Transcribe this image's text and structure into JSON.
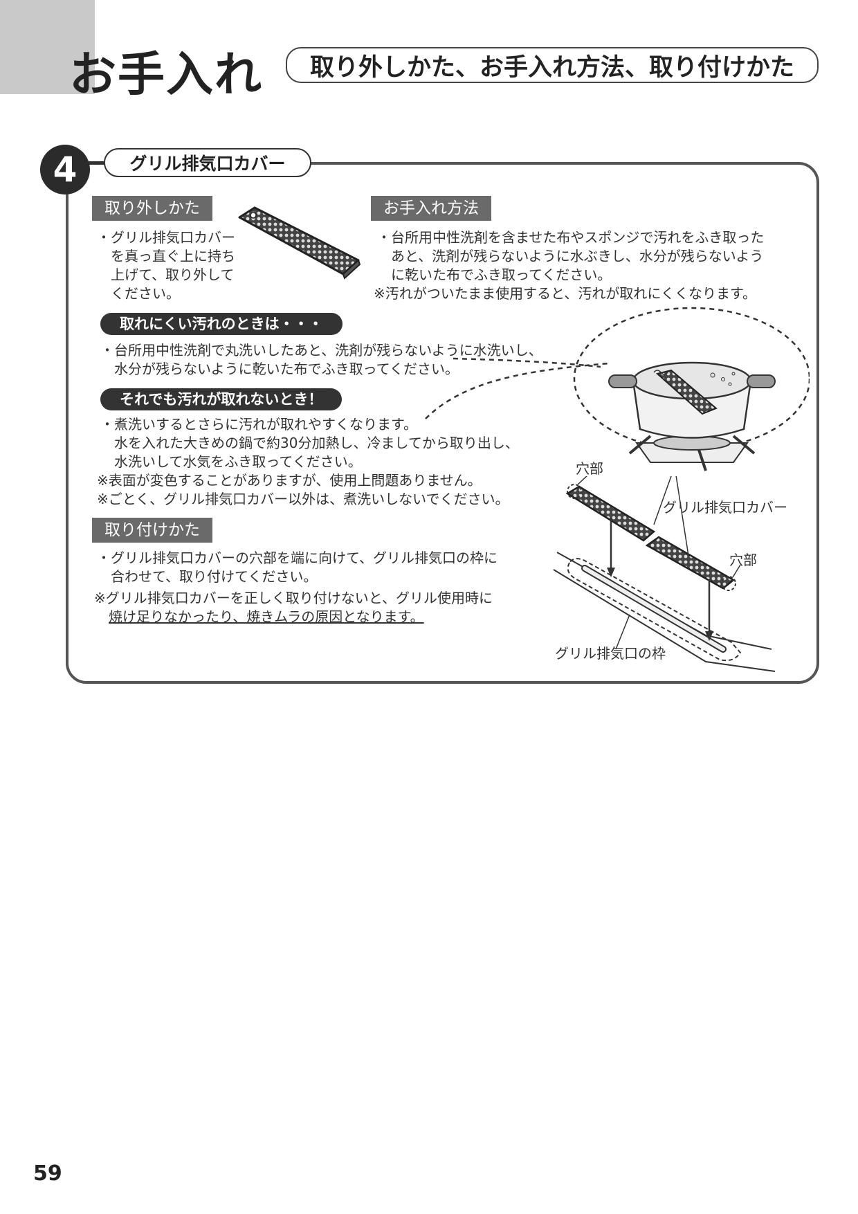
{
  "header": {
    "title": "お手入れ",
    "subtitle": "取り外しかた、お手入れ方法、取り付けかた"
  },
  "step": {
    "number": "4",
    "label": "グリル排気口カバー"
  },
  "removal": {
    "heading": "取り外しかた",
    "text": "・グリル排気口カバー\n　を真っ直ぐ上に持ち\n　上げて、取り外して\n　ください。"
  },
  "care": {
    "heading": "お手入れ方法",
    "text": "・台所用中性洗剤を含ませた布やスポンジで汚れをふき取った\n　あと、洗剤が残らないように水ぶきし、水分が残らないよう\n　に乾いた布でふき取ってください。",
    "note": "※汚れがついたまま使用すると、汚れが取れにくくなります。"
  },
  "hard_dirt": {
    "heading": "取れにくい汚れのときは・・・",
    "text": "・台所用中性洗剤で丸洗いしたあと、洗剤が残らないように水洗いし、\n　水分が残らないように乾いた布でふき取ってください。"
  },
  "still_dirty": {
    "heading": "それでも汚れが取れないとき！",
    "text": "・煮洗いするとさらに汚れが取れやすくなります。\n　水を入れた大きめの鍋で約30分加熱し、冷ましてから取り出し、\n　水洗いして水気をふき取ってください。",
    "note1": "※表面が変色することがありますが、使用上問題ありません。",
    "note2": "※ごとく、グリル排気口カバー以外は、煮洗いしないでください。"
  },
  "install": {
    "heading": "取り付けかた",
    "text": "・グリル排気口カバーの穴部を端に向けて、グリル排気口の枠に\n　合わせて、取り付けてください。",
    "note_line1": "※グリル排気口カバーを正しく取り付けないと、グリル使用時に",
    "note_line2": "焼け足りなかったり、焼きムラの原因となります。"
  },
  "diagram": {
    "hole_label_1": "穴部",
    "hole_label_2": "穴部",
    "cover_label": "グリル排気口カバー",
    "frame_label": "グリル排気口の枠"
  },
  "footer": {
    "page_number": "59"
  }
}
